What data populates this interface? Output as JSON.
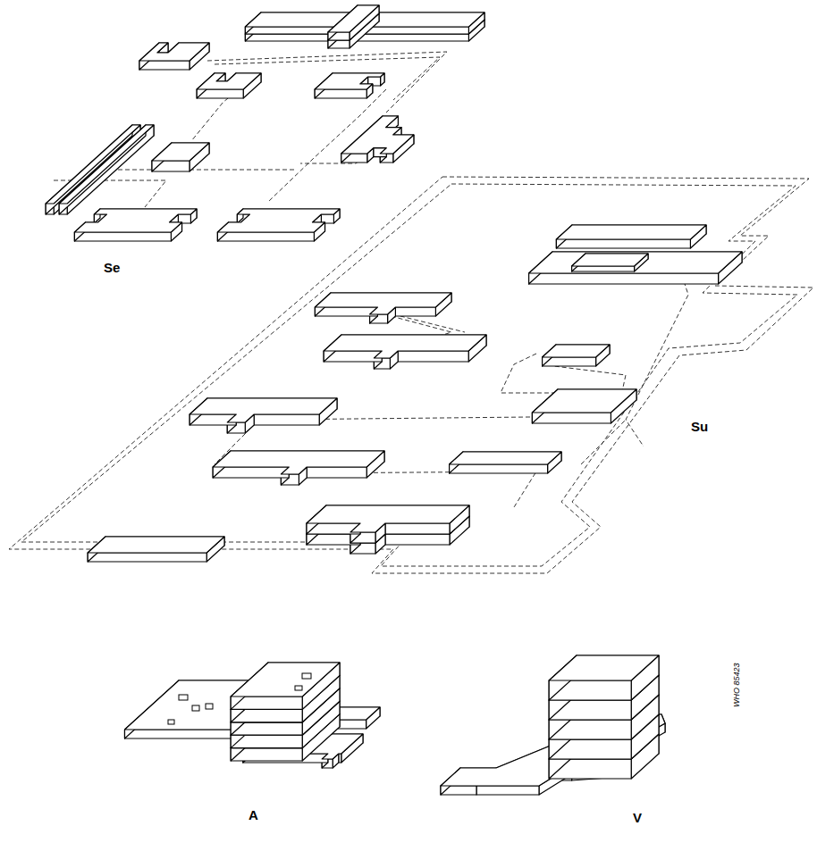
{
  "diagram": {
    "labels": [
      "Se",
      "Su",
      "A",
      "V",
      "WHO 85423"
    ]
  }
}
